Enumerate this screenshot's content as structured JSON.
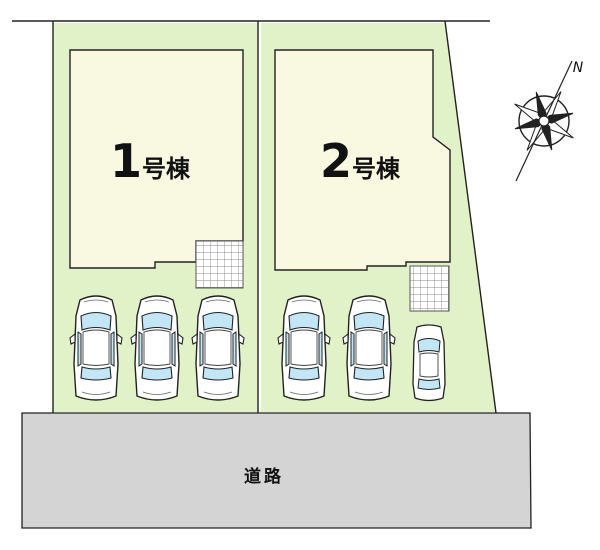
{
  "colors": {
    "lot": "#e1f2c8",
    "building": "#f9f9e2",
    "road": "#d4d4d4",
    "car_glass": "#bfe6f6",
    "car_body": "#ffffff",
    "grid": "#888888"
  },
  "buildings": [
    {
      "number": "1",
      "suffix": "号棟"
    },
    {
      "number": "2",
      "suffix": "号棟"
    }
  ],
  "road": {
    "label": "道路"
  },
  "compass": {
    "label": "N",
    "icon": "compass-rose-icon"
  },
  "parking": {
    "lot1_cars": 3,
    "lot2_cars": 2,
    "lot2_compact_cars": 1
  }
}
